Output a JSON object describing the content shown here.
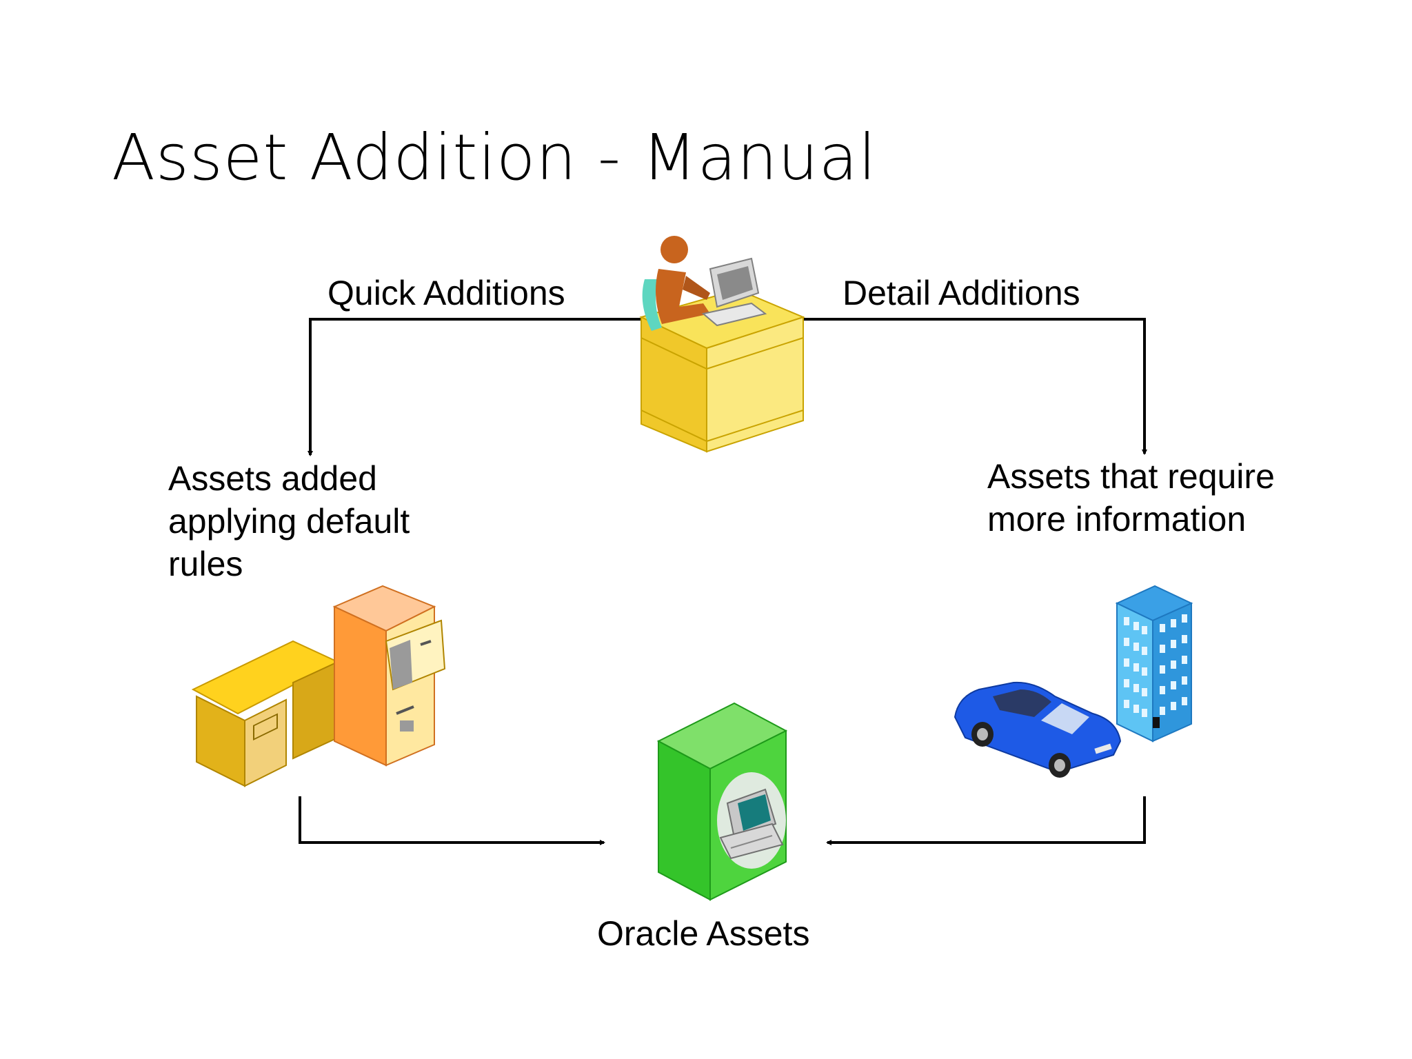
{
  "title": "Asset Addition - Manual",
  "labels": {
    "quick": "Quick Additions",
    "detail": "Detail Additions",
    "default_rules": "Assets added applying default rules",
    "more_info": "Assets that require more information",
    "oracle": "Oracle Assets"
  },
  "colors": {
    "line": "#000000",
    "desk": "#f5d63c",
    "person": "#c8641e",
    "cabinet": "#ffa040",
    "box": "#34c42a",
    "car": "#1e5ae6",
    "building": "#3ab4ee"
  },
  "icons": [
    "clerk-at-desk-icon",
    "office-furniture-icon",
    "car-icon",
    "office-building-icon",
    "oracle-server-icon"
  ]
}
